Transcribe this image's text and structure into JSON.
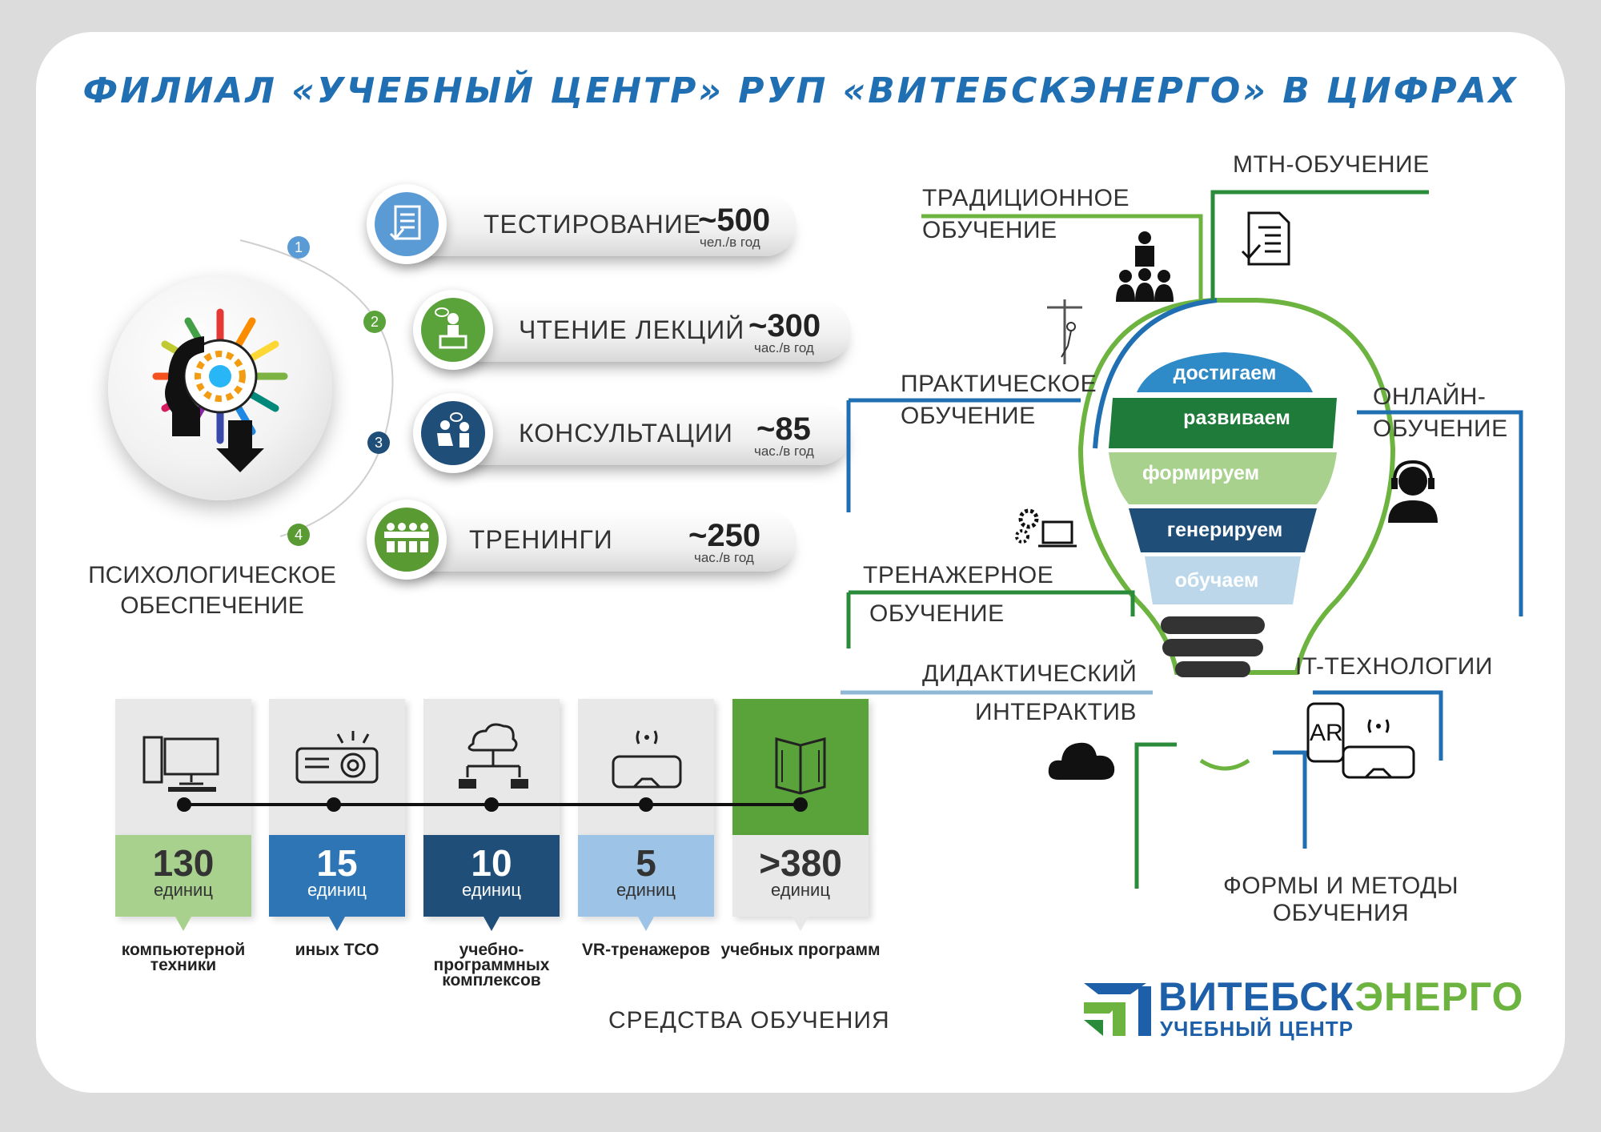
{
  "title": "ФИЛИАЛ «УЧЕБНЫЙ ЦЕНТР» РУП «ВИТЕБСКЭНЕРГО» В ЦИФРАХ",
  "psych": {
    "label_line1": "ПСИХОЛОГИЧЕСКОЕ",
    "label_line2": "ОБЕСПЕЧЕНИЕ",
    "items": [
      {
        "num": "1",
        "label": "ТЕСТИРОВАНИЕ",
        "value": "~500",
        "unit": "чел./в год",
        "color": "#5b9bd5",
        "icon": "document-check-icon"
      },
      {
        "num": "2",
        "label": "ЧТЕНИЕ ЛЕКЦИЙ",
        "value": "~300",
        "unit": "час./в год",
        "color": "#5aa23a",
        "icon": "lecturer-icon"
      },
      {
        "num": "3",
        "label": "КОНСУЛЬТАЦИИ",
        "value": "~85",
        "unit": "час./в год",
        "color": "#1f4e79",
        "icon": "consultation-icon"
      },
      {
        "num": "4",
        "label": "ТРЕНИНГИ",
        "value": "~250",
        "unit": "час./в год",
        "color": "#5a9a32",
        "icon": "group-training-icon"
      }
    ]
  },
  "means": {
    "title": "СРЕДСТВА  ОБУЧЕНИЯ",
    "items": [
      {
        "value": "130",
        "unit": "единиц",
        "label": "компьютерной техники",
        "color": "#a9d18e",
        "text_color": "#333333",
        "icon": "computer-icon"
      },
      {
        "value": "15",
        "unit": "единиц",
        "label": "иных ТСО",
        "color": "#2e75b6",
        "text_color": "#ffffff",
        "icon": "projector-icon"
      },
      {
        "value": "10",
        "unit": "единиц",
        "label": "учебно-программных комплексов",
        "color": "#1f4e79",
        "text_color": "#ffffff",
        "icon": "network-icon"
      },
      {
        "value": "5",
        "unit": "единиц",
        "label": "VR-тренажеров",
        "color": "#9dc3e6",
        "text_color": "#333333",
        "icon": "vr-headset-icon"
      },
      {
        "value": ">380",
        "unit": "единиц",
        "label": "учебных программ",
        "color": "#e8e8e8",
        "text_color": "#333333",
        "icon": "book-icon"
      }
    ]
  },
  "forms": {
    "title_line1": "ФОРМЫ И МЕТОДЫ",
    "title_line2": "ОБУЧЕНИЯ",
    "traditional": [
      "ТРАДИЦИОННОЕ",
      "ОБУЧЕНИЕ"
    ],
    "mtn": "МТН-ОБУЧЕНИЕ",
    "practical": [
      "ПРАКТИЧЕСКОЕ",
      "ОБУЧЕНИЕ"
    ],
    "online": [
      "ОНЛАЙН-",
      "ОБУЧЕНИЕ"
    ],
    "trainer": [
      "ТРЕНАЖЕРНОЕ",
      "ОБУЧЕНИЕ"
    ],
    "didactic": [
      "ДИДАКТИЧЕСКИЙ",
      "ИНТЕРАКТИВ"
    ],
    "it": "IT-ТЕХНОЛОГИИ",
    "ar_label": "AR",
    "bands": [
      "достигаем",
      "развиваем",
      "формируем",
      "генерируем",
      "обучаем"
    ]
  },
  "logo": {
    "name_part1": "ВИТЕБСК",
    "name_part2": "ЭНЕРГО",
    "sub": "УЧЕБНЫЙ ЦЕНТР"
  },
  "colors": {
    "blue": "#1f6fb2",
    "green": "#6cb33f",
    "dark_green": "#1e7b3a"
  }
}
